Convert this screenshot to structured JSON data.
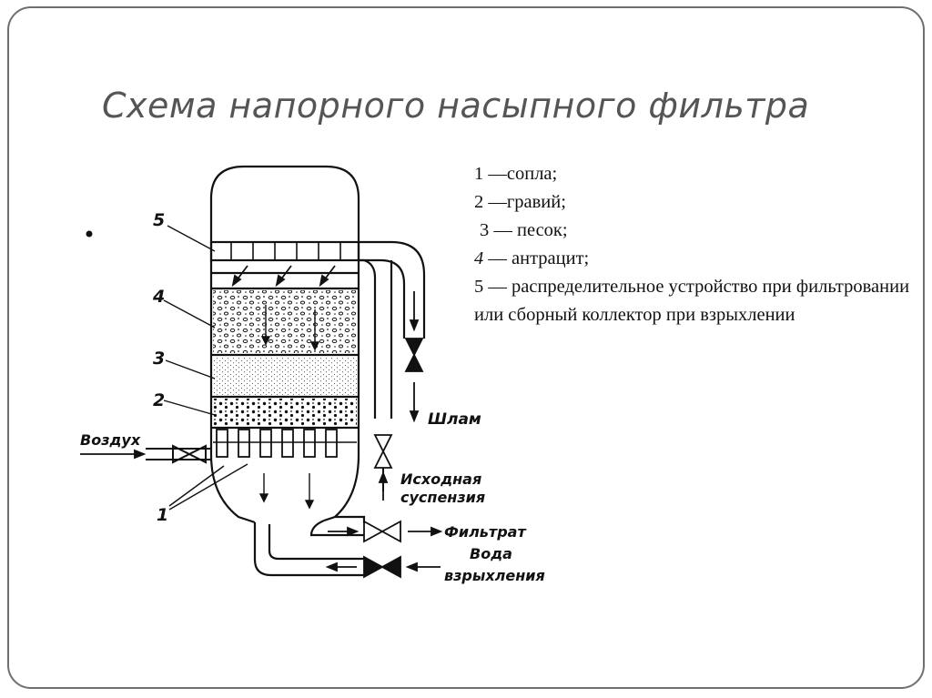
{
  "slide": {
    "title": "Схема напорного насыпного фильтра"
  },
  "legend": {
    "items": [
      {
        "num": "1",
        "text": " —сопла;"
      },
      {
        "num": "2",
        "text": " —гравий;"
      },
      {
        "num": "3",
        "text": " — песок;"
      },
      {
        "num": "4",
        "text": " — антрацит;"
      },
      {
        "num": "5",
        "text": " — распределительное устройство при фильтровании или сборный коллектор при взрыхлении"
      }
    ]
  },
  "diagram": {
    "callouts": [
      "5",
      "4",
      "3",
      "2",
      "1"
    ],
    "labels": {
      "air": "Воздух",
      "sludge": "Шлам",
      "feed_line1": "Исходная",
      "feed_line2": "суспензия",
      "filtrate": "Фильтрат",
      "wash_line1": "Вода",
      "wash_line2": "взрыхления"
    }
  },
  "colors": {
    "ink": "#111111",
    "title": "#555555",
    "frame": "#6f6f6f"
  }
}
